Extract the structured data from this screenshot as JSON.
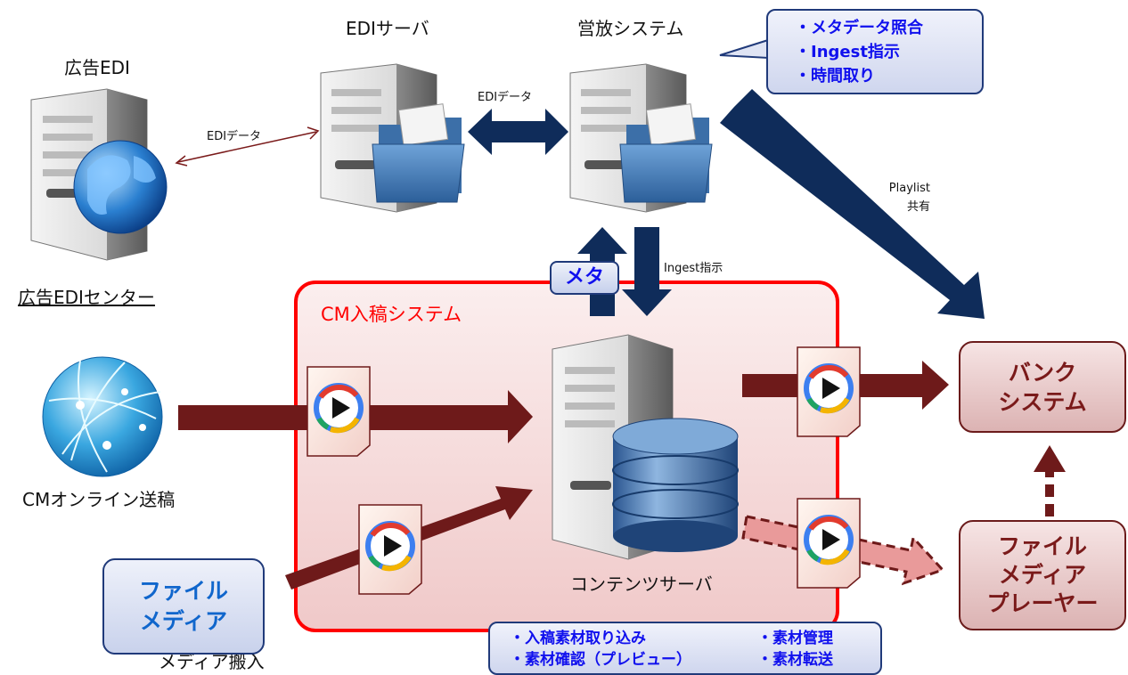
{
  "labels": {
    "ad_edi": "広告EDI",
    "edi_server": "EDIサーバ",
    "broadcast_system": "営放システム",
    "ad_edi_center": "広告EDIセンター",
    "cm_online": "CMオンライン送稿",
    "media_delivery": "メディア搬入",
    "content_server": "コンテンツサーバ",
    "cm_system": "CM入稿システム"
  },
  "arrows": {
    "edi_data_left": "EDIデータ",
    "edi_data_mid": "EDIデータ",
    "ingest_instruction": "Ingest指示",
    "playlist_line1": "Playlist",
    "playlist_line2": "共有",
    "meta_tag": "メタ"
  },
  "broadcast_bubble": {
    "items": [
      "・メタデータ照合",
      "・Ingest指示",
      "・時間取り"
    ]
  },
  "content_bubble": {
    "col1": [
      "・入稿素材取り込み",
      "・素材確認（プレビュー）"
    ],
    "col2": [
      "・素材管理",
      "・素材転送"
    ]
  },
  "boxes": {
    "file_media": [
      "ファイル",
      "メディア"
    ],
    "bank_system": [
      "バンク",
      "システム"
    ],
    "file_player": [
      "ファイル",
      "メディア",
      "プレーヤー"
    ]
  },
  "colors": {
    "dark_navy": "#0f2c5a",
    "dark_red": "#6e1a1a",
    "cm_border": "#ff0000",
    "bubble_text": "#1010ee",
    "file_media_text": "#1066cc",
    "box_text": "#7a1a1a"
  }
}
